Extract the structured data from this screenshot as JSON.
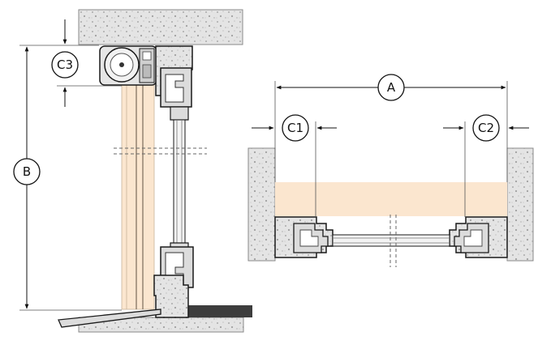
{
  "labels": {
    "a": "A",
    "b": "B",
    "c1": "C1",
    "c2": "C2",
    "c3": "C3"
  },
  "colors": {
    "concrete": "#e3e3e3",
    "frame": "#dcdcdc",
    "outline": "#1a1a1a",
    "shutter": "#fbe6cf",
    "sill": "#3d3d3d"
  }
}
